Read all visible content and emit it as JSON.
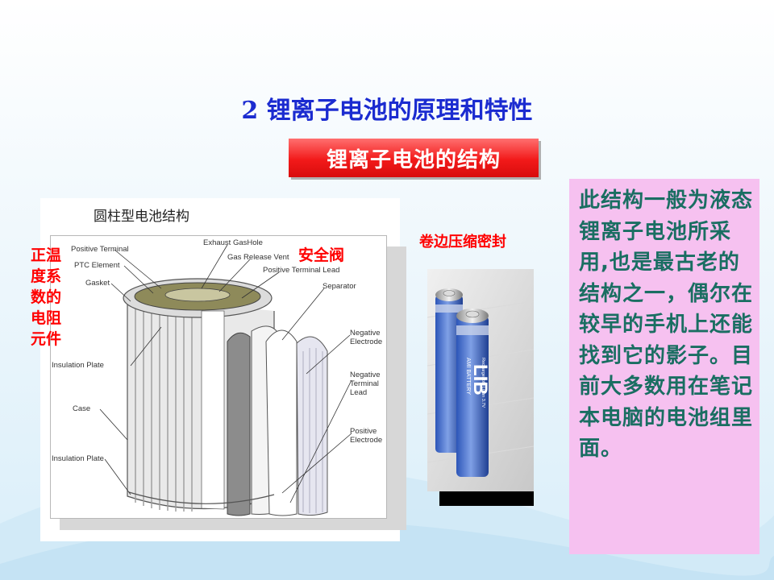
{
  "slide": {
    "title": "2 锂离子电池的原理和特性",
    "subtitle": "锂离子电池的结构"
  },
  "diagram": {
    "heading": "圆柱型电池结构",
    "labels": {
      "positive_terminal": "Positive Terminal",
      "exhaust_gas_hole": "Exhaust GasHole",
      "ptc_element": "PTC Element",
      "gas_release_vent": "Gas Release Vent",
      "gasket": "Gasket",
      "positive_terminal_lead": "Positive Terminal Lead",
      "separator": "Separator",
      "negative_electrode": "Negative Electrode",
      "insulation_plate_top": "Insulation Plate",
      "negative_terminal_lead": "Negative Terminal Lead",
      "case": "Case",
      "insulation_plate_bottom": "Insulation Plate",
      "positive_electrode": "Positive Electrode"
    },
    "annotations": {
      "ptc_note_lines": [
        "正温",
        "度系",
        "数的",
        "电阻",
        "元件"
      ],
      "valve_note": "安全阀"
    }
  },
  "photo": {
    "crimp_note": "卷边压缩密封",
    "battery_brand": "AMI BATTERY",
    "battery_text": "LIB",
    "battery_small": "Rechargeable Li-ion  3.7V"
  },
  "note_box": {
    "text": "此结构一般为液态锂离子电池所采用,也是最古老的结构之一，偶尔在较早的手机上还能找到它的影子。目前大多数用在笔记本电脑的电池组里面。"
  },
  "colors": {
    "title": "#1b2bd0",
    "subtitle_bg": "#f21a1a",
    "note_bg": "#f6c1f0",
    "note_text": "#1a6e62",
    "annotation_red": "#ff0000"
  }
}
